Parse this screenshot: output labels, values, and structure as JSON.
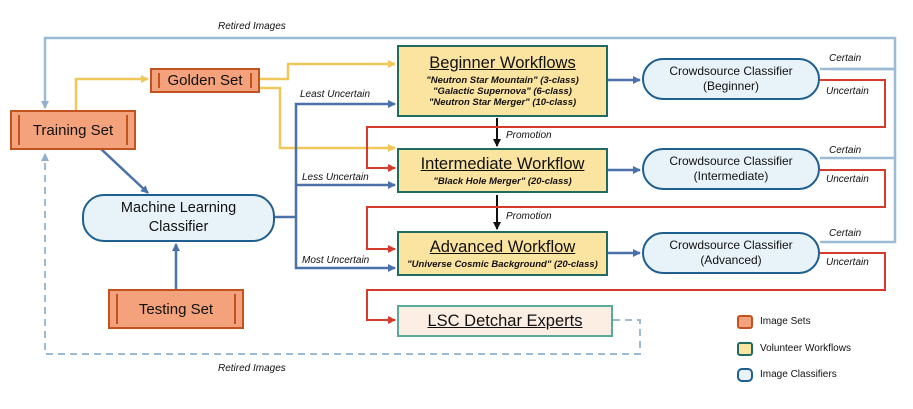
{
  "sets": {
    "training": "Training Set",
    "golden": "Golden Set",
    "testing": "Testing Set"
  },
  "ml_classifier": {
    "line1": "Machine Learning",
    "line2": "Classifier"
  },
  "workflows": {
    "beginner": {
      "title": "Beginner Workflows",
      "items": [
        "\"Neutron Star Mountain\" (3-class)",
        "\"Galactic Supernova\" (6-class)",
        "\"Neutron Star Merger\" (10-class)"
      ]
    },
    "intermediate": {
      "title": "Intermediate Workflow",
      "items": [
        "\"Black Hole Merger\" (20-class)"
      ]
    },
    "advanced": {
      "title": "Advanced Workflow",
      "items": [
        "\"Universe Cosmic Background\" (20-class)"
      ]
    },
    "experts": {
      "title": "LSC Detchar Experts"
    }
  },
  "crowd": {
    "beginner": {
      "line1": "Crowdsource Classifier",
      "line2": "(Beginner)"
    },
    "intermediate": {
      "line1": "Crowdsource Classifier",
      "line2": "(Intermediate)"
    },
    "advanced": {
      "line1": "Crowdsource Classifier",
      "line2": "(Advanced)"
    }
  },
  "edge_labels": {
    "retired_top": "Retired Images",
    "retired_bottom": "Retired Images",
    "least_uncertain": "Least Uncertain",
    "less_uncertain": "Less Uncertain",
    "most_uncertain": "Most Uncertain",
    "promotion_1": "Promotion",
    "promotion_2": "Promotion",
    "certain_1": "Certain",
    "uncertain_1": "Uncertain",
    "certain_2": "Certain",
    "uncertain_2": "Uncertain",
    "certain_3": "Certain",
    "uncertain_3": "Uncertain"
  },
  "legend": {
    "image_sets": "Image Sets",
    "volunteer_workflows": "Volunteer Workflows",
    "image_classifiers": "Image Classifiers"
  },
  "colors": {
    "retired": "#9bbad3",
    "golden": "#f5d78e",
    "ml": "#4a72a8",
    "uncertain": "#d63a2a",
    "promotion": "#111111",
    "experts_dashed": "#9bbad3"
  }
}
